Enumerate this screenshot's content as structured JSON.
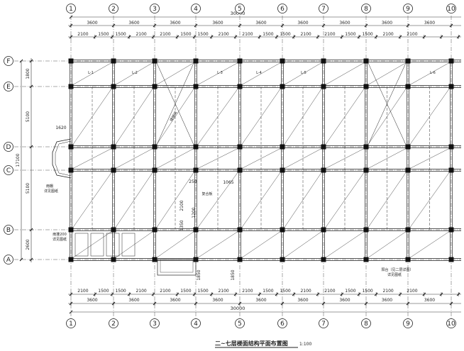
{
  "drawing": {
    "title": "二~七层楼面结构平面布置图",
    "scale": "1:100",
    "grid_columns": [
      "1",
      "2",
      "3",
      "4",
      "5",
      "6",
      "7",
      "8",
      "9",
      "10"
    ],
    "grid_rows": [
      "F",
      "E",
      "D",
      "C",
      "B",
      "A"
    ],
    "top_dimensions": {
      "bays": [
        "3600",
        "3600",
        "3600",
        "3600",
        "3600",
        "3600",
        "3600",
        "3600",
        "3600"
      ],
      "subdivisions": [
        "2100",
        "1500",
        "1500",
        "2100",
        "2100",
        "1500",
        "1500",
        "2100",
        "2100",
        "1500",
        "1500",
        "2100",
        "2100",
        "1500",
        "1500",
        "2100",
        "2100"
      ],
      "total": "30000"
    },
    "bottom_dimensions": {
      "bays": [
        "3600",
        "3600",
        "3600",
        "3600",
        "3600",
        "3600",
        "3600",
        "3600",
        "3600"
      ],
      "subdivisions": [
        "2100",
        "1500",
        "1500",
        "2100",
        "2100",
        "1500",
        "1500",
        "2100",
        "2100",
        "1500",
        "1500",
        "2100",
        "2100",
        "1500",
        "1500",
        "2100",
        "2100"
      ],
      "total": "30000"
    },
    "left_dimensions": {
      "segments": [
        "1800",
        "5100",
        "5100",
        "2600"
      ],
      "total": "17100",
      "detail": "1620"
    },
    "annotations": {
      "slab_labels": [
        "L-1",
        "L-2",
        "L-3",
        "L-4",
        "L-5",
        "L-6"
      ],
      "stair_label": "楼梯间",
      "right_note_1": "阳台（见二层详图）",
      "right_note_2": "详见图纸",
      "left_note_1": "雨棚",
      "left_note_2": "详见图纸",
      "bottom_note_1": "雨蓬200",
      "bottom_note_2": "详见图纸",
      "mid_dim_1": "250",
      "mid_dim_2": "2100",
      "mid_dim_3": "1350",
      "mid_dim_4": "1200",
      "mid_dim_5": "1065",
      "mid_dim_6": "1850",
      "mid_dim_7": "1850",
      "mid_text": "复合板"
    }
  }
}
